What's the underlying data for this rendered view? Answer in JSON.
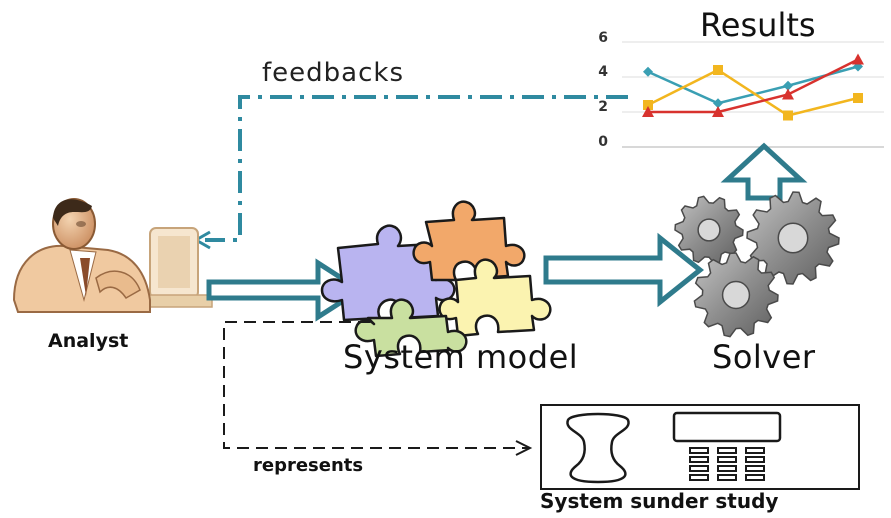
{
  "labels": {
    "results": "Results",
    "feedbacks": "feedbacks",
    "analyst": "Analyst",
    "system_model": "System model",
    "solver": "Solver",
    "represents": "represents",
    "system_under_study": "System sunder study"
  },
  "icons": {
    "analyst": "person-at-computer-icon",
    "system_model": "puzzle-pieces-icon",
    "solver": "gears-icon",
    "system_under_study": "device-panel-icon"
  },
  "colors": {
    "arrow": "#2f7b8c",
    "feedback_line": "#2f8aa0",
    "puzzle_purple": "#b9b4f0",
    "puzzle_orange": "#f2a86a",
    "puzzle_yellow": "#fbf3b0",
    "puzzle_green": "#c9e0a0",
    "gear": "#8a8a8a"
  },
  "chart_data": {
    "type": "line",
    "x": [
      1,
      2,
      3,
      4
    ],
    "yticks": [
      0,
      2,
      4,
      6
    ],
    "ylim": [
      0,
      6
    ],
    "series": [
      {
        "values": [
          4.3,
          2.5,
          3.5,
          4.6
        ],
        "color": "#3a9fb3",
        "marker": "diamond"
      },
      {
        "values": [
          2.4,
          4.4,
          1.8,
          2.8
        ],
        "color": "#f2b61f",
        "marker": "square"
      },
      {
        "values": [
          2.0,
          2.0,
          3.0,
          5.0
        ],
        "color": "#d8322e",
        "marker": "triangle"
      }
    ]
  }
}
